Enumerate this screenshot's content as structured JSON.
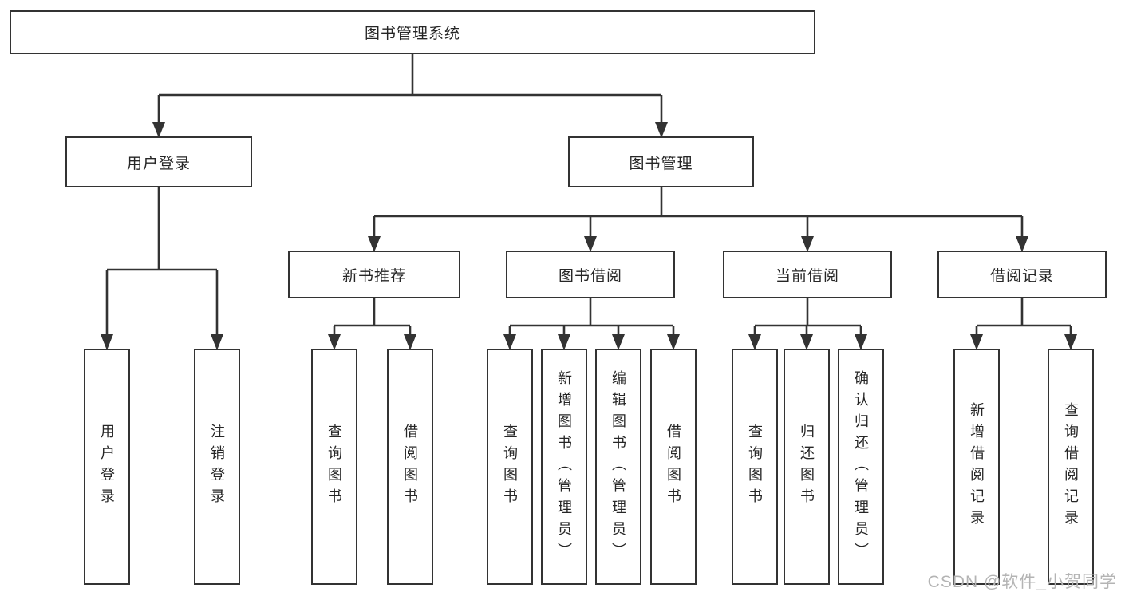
{
  "tree": {
    "root": "图书管理系统",
    "level2": [
      {
        "label": "用户登录"
      },
      {
        "label": "图书管理"
      }
    ],
    "level3": [
      {
        "label": "新书推荐"
      },
      {
        "label": "图书借阅"
      },
      {
        "label": "当前借阅"
      },
      {
        "label": "借阅记录"
      }
    ],
    "leaves": {
      "user_login": [
        "用户登录",
        "注销登录"
      ],
      "new_book_recommend": [
        "查询图书",
        "借阅图书"
      ],
      "book_borrow": [
        "查询图书",
        "新增图书（管理员）",
        "编辑图书（管理员）",
        "借阅图书"
      ],
      "current_borrow": [
        "查询图书",
        "归还图书",
        "确认归还（管理员）"
      ],
      "borrow_records": [
        "新增借阅记录",
        "查询借阅记录"
      ]
    }
  },
  "watermark": "CSDN @软件_小贺同学",
  "colors": {
    "line": "#333333",
    "text": "#262626",
    "watermark": "#b4b4b4",
    "background": "#ffffff"
  }
}
